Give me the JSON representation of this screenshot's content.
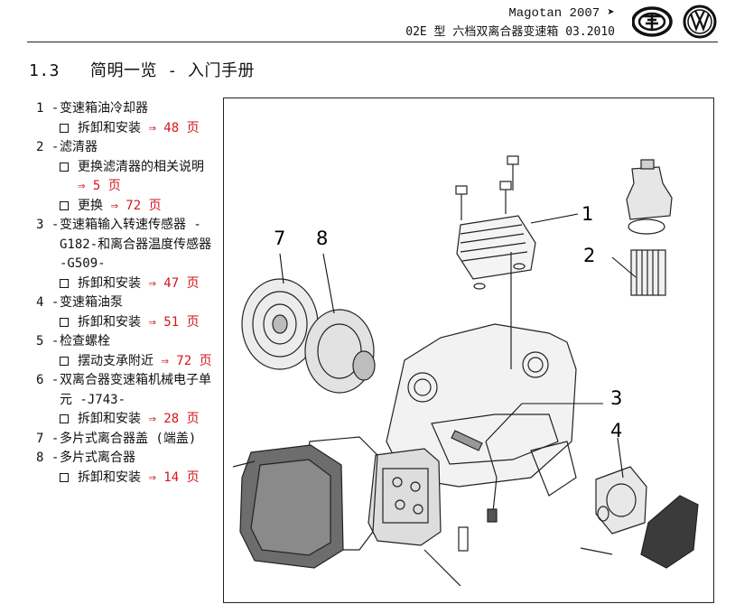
{
  "header": {
    "model": "Magotan 2007 ➤",
    "subtitle": "02E 型 六档双离合器变速箱 03.2010",
    "logos": [
      "faw-logo-icon",
      "vw-logo-icon"
    ]
  },
  "section": {
    "number": "1.3",
    "title": "简明一览 - 入门手册"
  },
  "items": [
    {
      "num": "1 -",
      "title": "变速箱油冷却器",
      "subs": [
        {
          "text": "拆卸和安装",
          "link": "⇒ 48 页"
        }
      ]
    },
    {
      "num": "2 -",
      "title": "滤清器",
      "subs": [
        {
          "text": "更换滤清器的相关说明",
          "link": "⇒ 5 页"
        },
        {
          "text": "更换",
          "link": "⇒ 72 页"
        }
      ]
    },
    {
      "num": "3 -",
      "title": "变速箱输入转速传感器 -G182-和离合器温度传感器 -G509-",
      "subs": [
        {
          "text": "拆卸和安装",
          "link": "⇒ 47 页"
        }
      ]
    },
    {
      "num": "4 -",
      "title": "变速箱油泵",
      "subs": [
        {
          "text": "拆卸和安装",
          "link": "⇒ 51 页"
        }
      ]
    },
    {
      "num": "5 -",
      "title": "检查螺栓",
      "subs": [
        {
          "text": "摆动支承附近",
          "link": "⇒ 72 页"
        }
      ]
    },
    {
      "num": "6 -",
      "title": "双离合器变速箱机械电子单元 -J743-",
      "subs": [
        {
          "text": "拆卸和安装",
          "link": "⇒ 28 页"
        }
      ]
    },
    {
      "num": "7 -",
      "title": "多片式离合器盖 (端盖)",
      "subs": []
    },
    {
      "num": "8 -",
      "title": "多片式离合器",
      "subs": [
        {
          "text": "拆卸和安装",
          "link": "⇒ 14 页"
        }
      ]
    }
  ],
  "figure": {
    "callouts": [
      "1",
      "2",
      "3",
      "4",
      "7",
      "8"
    ]
  },
  "colors": {
    "link": "#d4161d",
    "text": "#111111"
  }
}
